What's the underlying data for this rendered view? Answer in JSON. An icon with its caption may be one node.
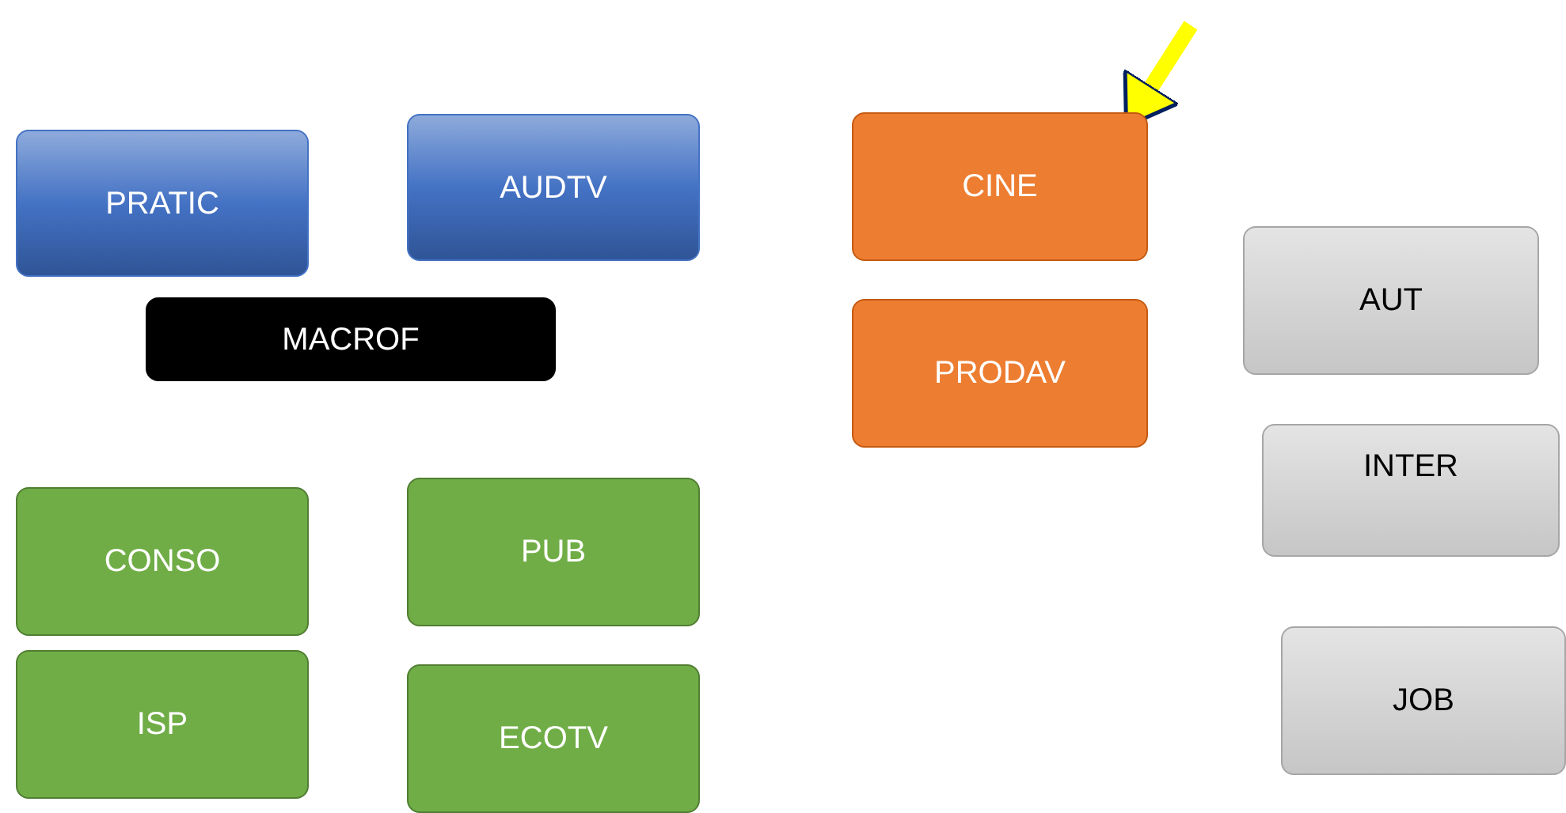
{
  "diagram": {
    "nodes": [
      {
        "text": [
          "PRATIC"
        ]
      },
      {
        "text": [
          "AUDTV"
        ]
      },
      {
        "text": [
          "MACROF"
        ]
      },
      {
        "text": [
          "CINE"
        ]
      },
      {
        "text": [
          "PRODAV"
        ]
      },
      {
        "text": [
          "AUT"
        ]
      },
      {
        "text": [
          "INTER"
        ]
      },
      {
        "text": [
          "CONSO"
        ]
      },
      {
        "text": [
          "PUB"
        ]
      },
      {
        "text": [
          "ISP"
        ]
      },
      {
        "text": [
          "ECOTV"
        ]
      },
      {
        "text": [
          "JOB"
        ]
      }
    ],
    "edges": [
      {
        "from": null,
        "to": 3,
        "arrow": "to",
        "color": "#ffff00"
      }
    ]
  }
}
